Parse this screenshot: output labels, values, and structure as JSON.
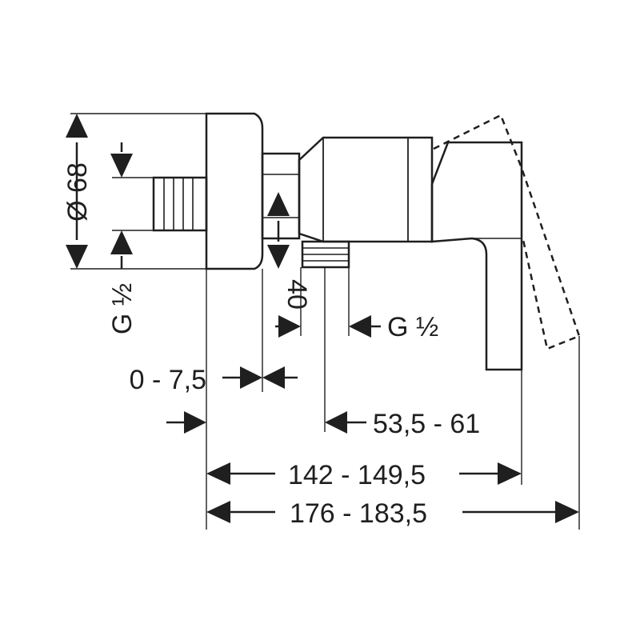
{
  "dimensions": {
    "diameter": "Ø 68",
    "inlet_thread": "G ½",
    "center_offset": "40",
    "outlet_thread": "G ½",
    "adjust_range": "0 - 7,5",
    "outlet_to_handle": "53,5 - 61",
    "overall_closed": "142 - 149,5",
    "overall_open": "176 - 183,5"
  },
  "colors": {
    "line": "#1f1f1f",
    "background": "#ffffff"
  }
}
